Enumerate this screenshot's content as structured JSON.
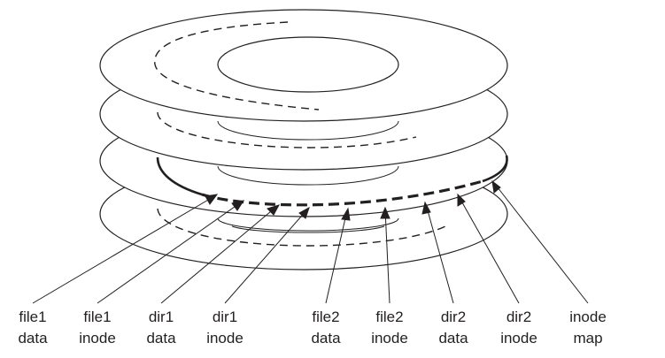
{
  "diagram": {
    "labels": [
      {
        "line1": "file1",
        "line2": "data"
      },
      {
        "line1": "file1",
        "line2": "inode"
      },
      {
        "line1": "dir1",
        "line2": "data"
      },
      {
        "line1": "dir1",
        "line2": "inode"
      },
      {
        "line1": "file2",
        "line2": "data"
      },
      {
        "line1": "file2",
        "line2": "inode"
      },
      {
        "line1": "dir2",
        "line2": "data"
      },
      {
        "line1": "dir2",
        "line2": "inode"
      },
      {
        "line1": "inode",
        "line2": "map"
      }
    ]
  }
}
